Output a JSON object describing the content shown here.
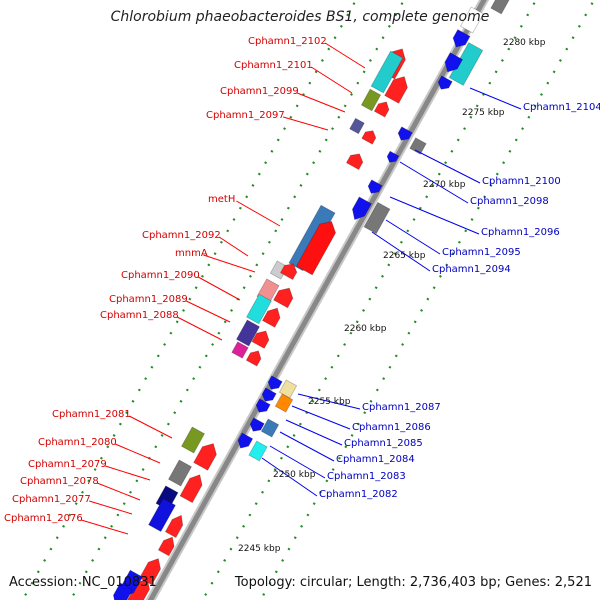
{
  "title": "Chlorobium phaeobacteroides BS1, complete genome",
  "footer": {
    "accession": "Accession: NC_010831",
    "topology": "Topology: circular; Length: 2,736,403 bp; Genes: 2,521"
  },
  "colors": {
    "forward": "#ff0000",
    "reverse": "#0000ee",
    "label_forward": "#d40000",
    "label_reverse": "#0000c0",
    "backbone": "#888888",
    "tick": "#228b22"
  },
  "kbp_markers": [
    "2280 kbp",
    "2275 kbp",
    "2270 kbp",
    "2265 kbp",
    "2260 kbp",
    "2255 kbp",
    "2250 kbp",
    "2245 kbp"
  ],
  "forward_labels": [
    "Cphamn1_2102",
    "Cphamn1_2101",
    "Cphamn1_2099",
    "Cphamn1_2097",
    "metH",
    "Cphamn1_2092",
    "mnmA",
    "Cphamn1_2090",
    "Cphamn1_2089",
    "Cphamn1_2088",
    "Cphamn1_2081",
    "Cphamn1_2080",
    "Cphamn1_2079",
    "Cphamn1_2078",
    "Cphamn1_2077",
    "Cphamn1_2076"
  ],
  "reverse_labels": [
    "Cphamn1_2104",
    "Cphamn1_2100",
    "Cphamn1_2098",
    "Cphamn1_2096",
    "Cphamn1_2095",
    "Cphamn1_2094",
    "Cphamn1_2087",
    "Cphamn1_2086",
    "Cphamn1_2085",
    "Cphamn1_2084",
    "Cphamn1_2083",
    "Cphamn1_2082"
  ]
}
